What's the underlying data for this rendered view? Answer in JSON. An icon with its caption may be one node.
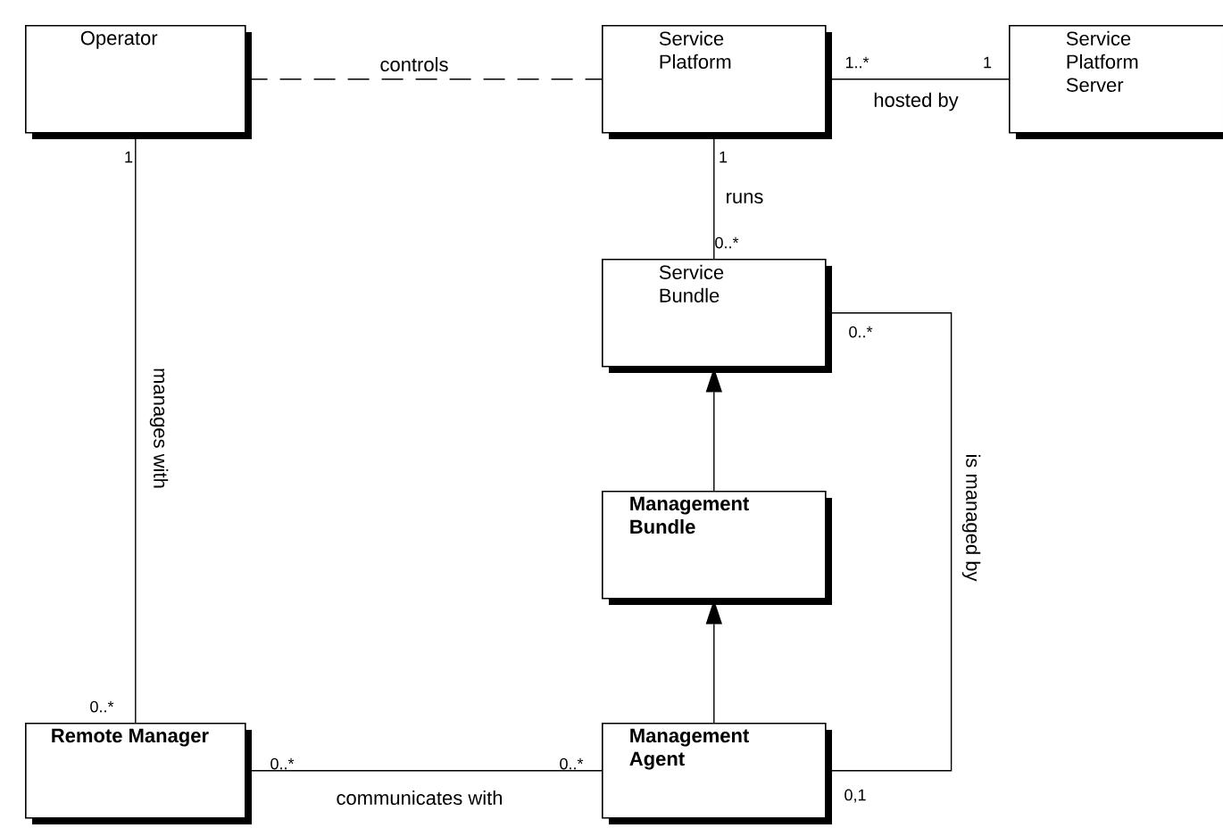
{
  "diagram": {
    "nodes": [
      {
        "text": [
          "Operator"
        ]
      },
      {
        "text": [
          "Service Platform"
        ]
      },
      {
        "text": [
          "Service Platform Server"
        ]
      },
      {
        "text": [
          "Service Bundle"
        ]
      },
      {
        "text": [
          "Management Bundle"
        ]
      },
      {
        "text": [
          "Remote Manager"
        ]
      },
      {
        "text": [
          "Management Agent"
        ]
      }
    ],
    "edges": [
      {
        "from": 0,
        "to": 1,
        "arrow": "none",
        "label": "controls",
        "style": "dashed"
      },
      {
        "from": 1,
        "to": 2,
        "arrow": "none",
        "label": "hosted by"
      },
      {
        "from": 1,
        "to": 3,
        "arrow": "none",
        "label": "runs"
      },
      {
        "from": 4,
        "to": 3,
        "arrow": "to"
      },
      {
        "from": 6,
        "to": 4,
        "arrow": "to"
      },
      {
        "from": 0,
        "to": 5,
        "arrow": "none",
        "label": "manages with"
      },
      {
        "from": 5,
        "to": 6,
        "arrow": "none",
        "label": "communicates with"
      },
      {
        "from": 3,
        "to": 6,
        "arrow": "none",
        "label": "is managed by"
      }
    ],
    "labels": [
      "1..*",
      "1",
      "1",
      "1",
      "0..*",
      "0..*",
      "0..*",
      "0..*",
      "0..*",
      "0,1"
    ]
  }
}
